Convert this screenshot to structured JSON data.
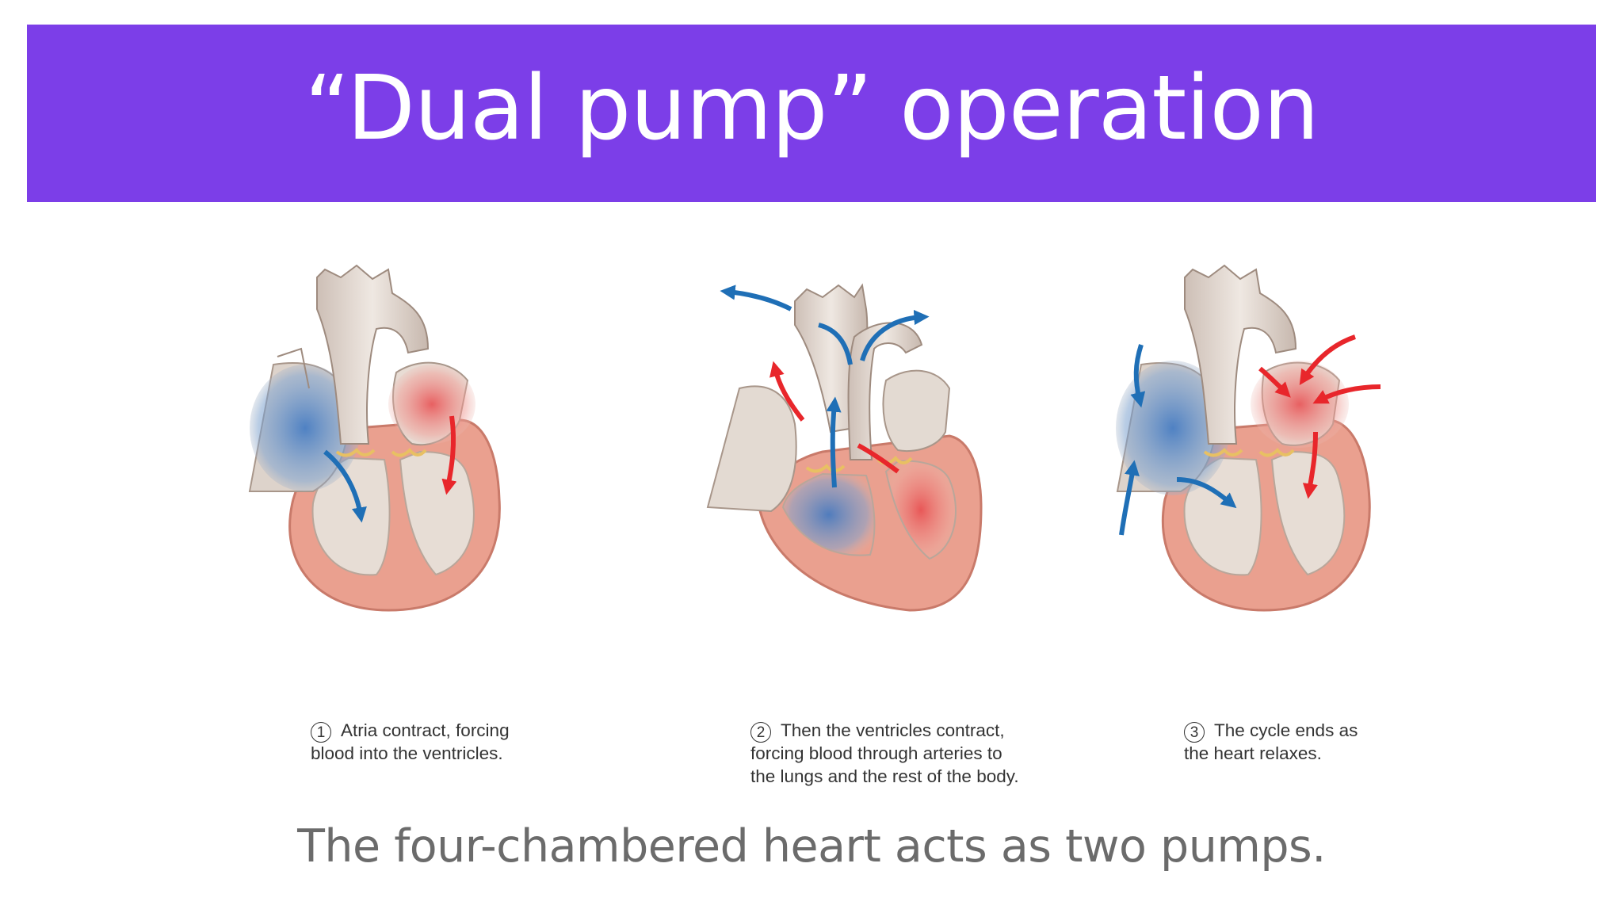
{
  "slide": {
    "title": "“Dual pump” operation",
    "subtitle": "The four-chambered heart acts as two pumps."
  },
  "colors": {
    "title_bar": "#7c3ee8",
    "deoxygenated_blood": "#4a7fc0",
    "oxygenated_blood": "#e8262b",
    "myocardium": "#eaa08f"
  },
  "steps": [
    {
      "number": "1",
      "lines": [
        "Atria contract, forcing",
        "blood into the ventricles."
      ]
    },
    {
      "number": "2",
      "lines": [
        "Then the ventricles contract,",
        "forcing blood through arteries to",
        "the lungs and the rest of the body."
      ]
    },
    {
      "number": "3",
      "lines": [
        "The cycle ends as",
        "the heart relaxes."
      ]
    }
  ]
}
